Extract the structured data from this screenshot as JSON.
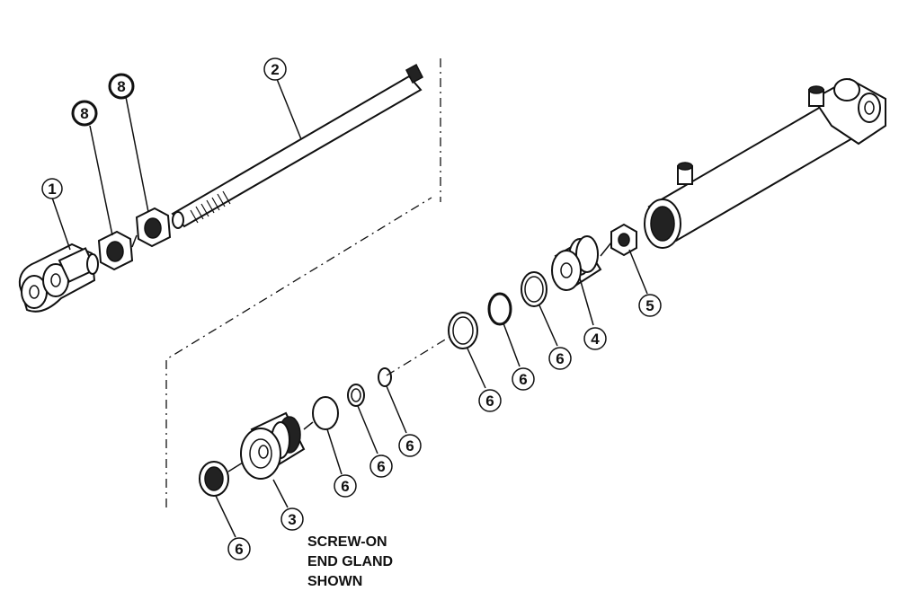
{
  "callouts": [
    {
      "id": "c1",
      "label": "1"
    },
    {
      "id": "c2",
      "label": "2"
    },
    {
      "id": "c3",
      "label": "3"
    },
    {
      "id": "c4",
      "label": "4"
    },
    {
      "id": "c5",
      "label": "5"
    },
    {
      "id": "c6a",
      "label": "6"
    },
    {
      "id": "c6b",
      "label": "6"
    },
    {
      "id": "c6c",
      "label": "6"
    },
    {
      "id": "c6d",
      "label": "6"
    },
    {
      "id": "c6e",
      "label": "6"
    },
    {
      "id": "c6f",
      "label": "6"
    },
    {
      "id": "c6g",
      "label": "6"
    },
    {
      "id": "c8a",
      "label": "8"
    },
    {
      "id": "c8b",
      "label": "8"
    }
  ],
  "caption": {
    "line1": "SCREW-ON",
    "line2": "END GLAND",
    "line3": "SHOWN"
  },
  "colors": {
    "ink": "#111111",
    "paper": "#ffffff"
  }
}
